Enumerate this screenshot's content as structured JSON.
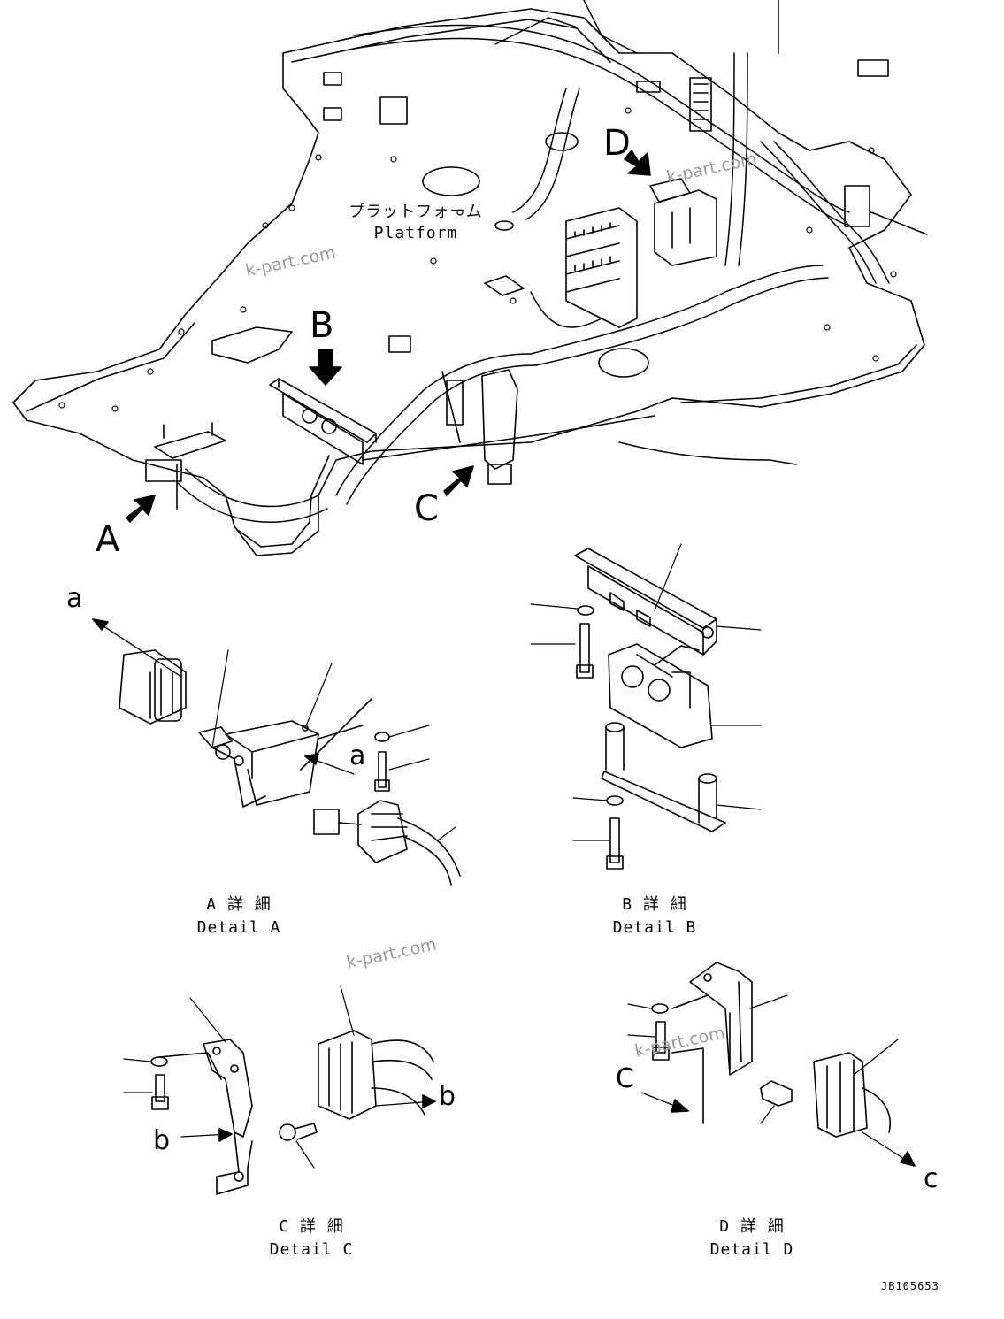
{
  "platform": {
    "label_jp": "プラットフォーム",
    "label_en": "Platform"
  },
  "view_markers": {
    "A": "A",
    "B": "B",
    "C": "C",
    "D": "D"
  },
  "direction_markers": {
    "a1": "a",
    "a2": "a",
    "b1": "b",
    "b2": "b",
    "c1": "C",
    "c2": "c"
  },
  "details": {
    "A": {
      "jp": "A 詳 細",
      "en": "Detail A"
    },
    "B": {
      "jp": "B 詳 細",
      "en": "Detail B"
    },
    "C": {
      "jp": "C 詳 細",
      "en": "Detail C"
    },
    "D": {
      "jp": "D 詳 細",
      "en": "Detail D"
    }
  },
  "watermarks": [
    "k-part.com",
    "k-part.com",
    "k-part.com",
    "k-part.com"
  ],
  "drawing_code": "JB105653"
}
